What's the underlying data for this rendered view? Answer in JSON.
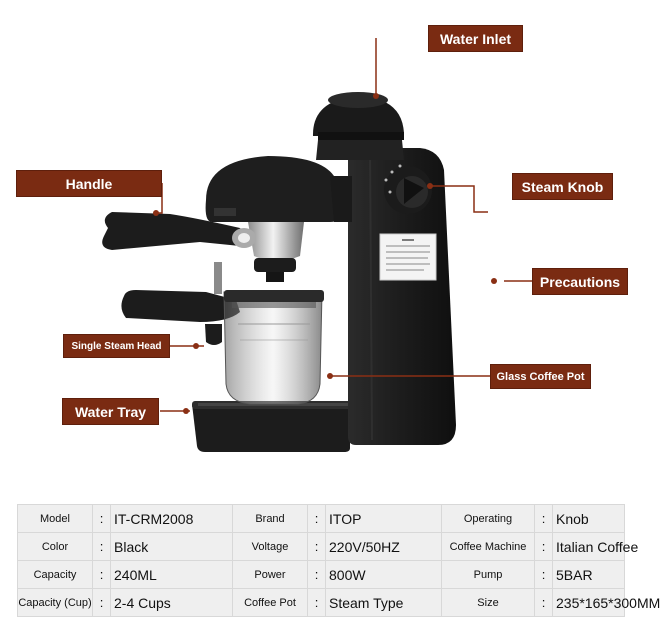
{
  "callouts": {
    "water_inlet": "Water Inlet",
    "handle": "Handle",
    "steam_knob": "Steam Knob",
    "precautions": "Precautions",
    "single_steam_head": "Single Steam Head",
    "glass_coffee_pot": "Glass Coffee Pot",
    "water_tray": "Water Tray"
  },
  "specs": [
    [
      {
        "label": "Model",
        "value": "IT-CRM2008"
      },
      {
        "label": "Brand",
        "value": "ITOP"
      },
      {
        "label": "Operating",
        "value": "Knob"
      }
    ],
    [
      {
        "label": "Color",
        "value": "Black"
      },
      {
        "label": "Voltage",
        "value": "220V/50HZ"
      },
      {
        "label": "Coffee Machine",
        "value": "Italian Coffee"
      }
    ],
    [
      {
        "label": "Capacity",
        "value": "240ML"
      },
      {
        "label": "Power",
        "value": "800W"
      },
      {
        "label": "Pump",
        "value": "5BAR"
      }
    ],
    [
      {
        "label": "Capacity (Cup)",
        "value": "2-4 Cups"
      },
      {
        "label": "Coffee Pot",
        "value": "Steam Type"
      },
      {
        "label": "Size",
        "value": "235*165*300MM"
      }
    ]
  ],
  "separator": ":",
  "colors": {
    "callout_bg": "#7a2b12",
    "machine_body": "#1f1f1f",
    "table_bg": "#efefef"
  }
}
